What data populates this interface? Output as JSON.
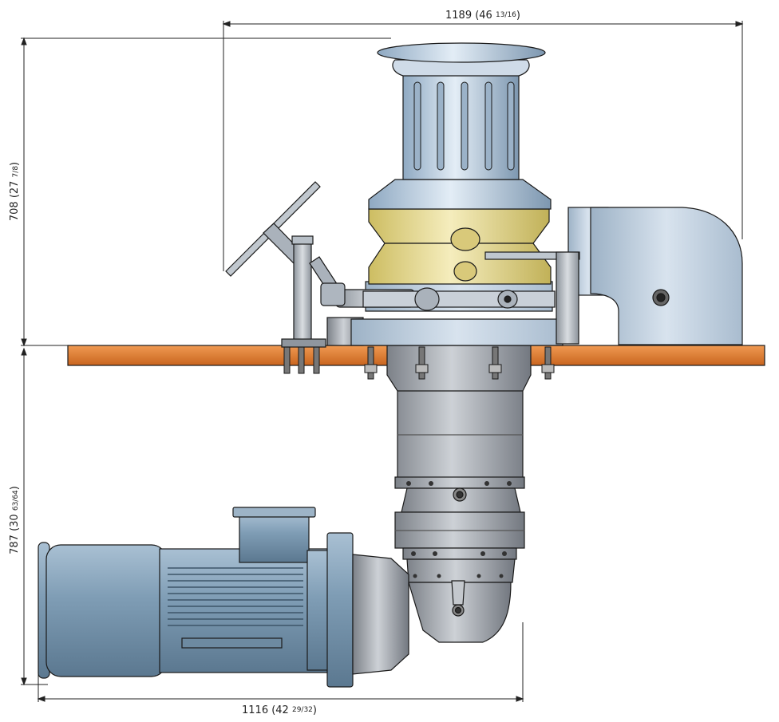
{
  "dimensions": {
    "top_width": {
      "main": "1189 (46 ",
      "frac": "13/16",
      "close": ")"
    },
    "upper_height": {
      "main": "708 (27 ",
      "frac": "7/8",
      "close": ")"
    },
    "lower_height": {
      "main": "787 (30 ",
      "frac": "63/64",
      "close": ")"
    },
    "bottom_width": {
      "main": "1116 (42 ",
      "frac": "29/32",
      "close": ")"
    }
  },
  "colors": {
    "deck": "#e07a2e",
    "drum": "#b9cfe4",
    "gypsy": "#ecdf9c",
    "body_gray": "#9fa4ab",
    "motor": "#7f9db5",
    "outline": "#1a1a1a"
  }
}
